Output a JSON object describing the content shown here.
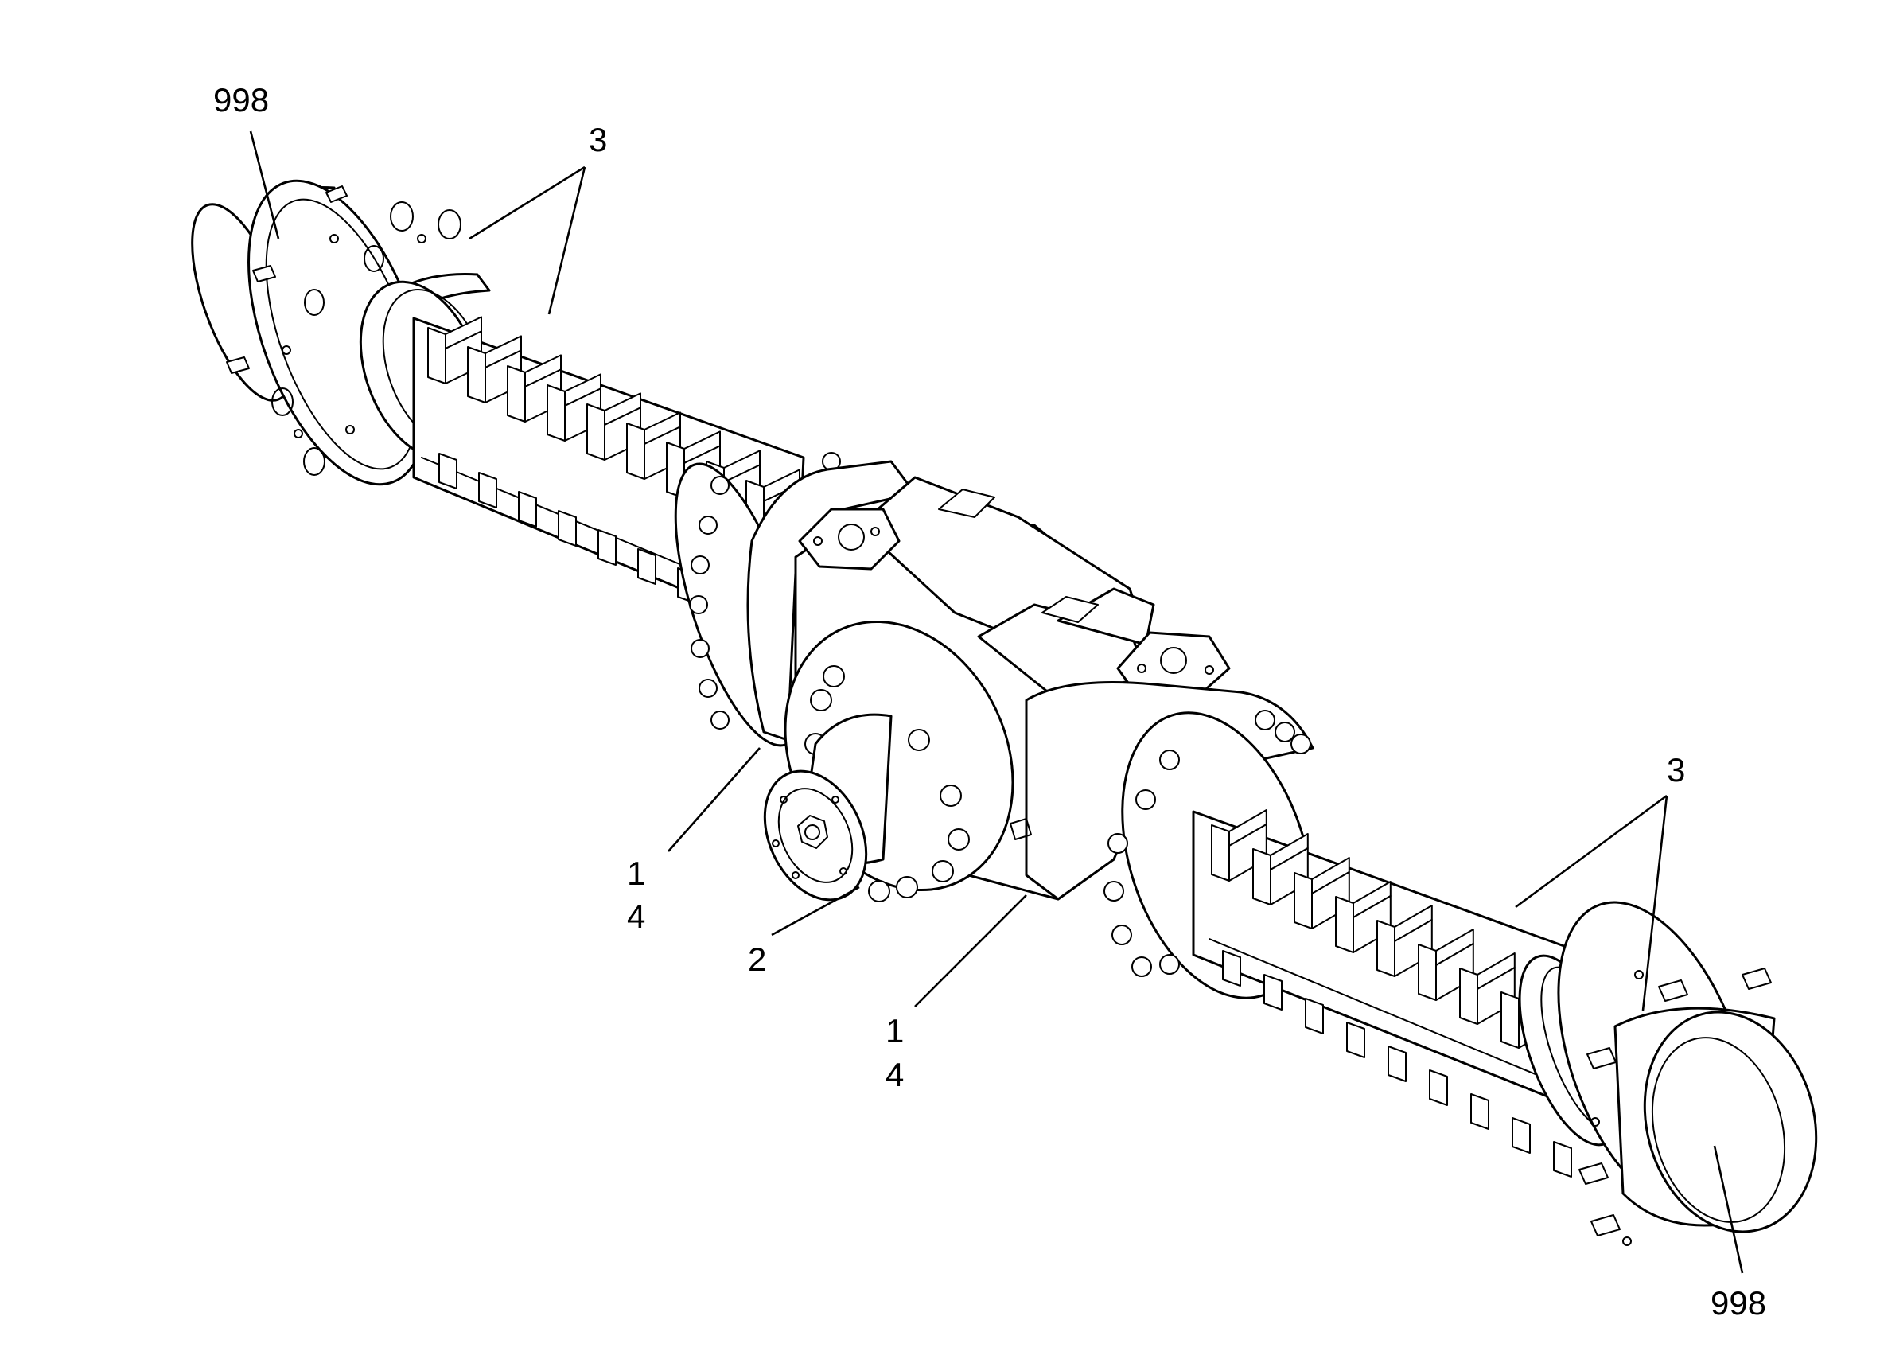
{
  "callouts": {
    "hub_left": "998",
    "weights_left": "3",
    "housing_left_1": "1",
    "housing_left_4": "4",
    "pinion": "2",
    "housing_right_1": "1",
    "housing_right_4": "4",
    "weights_right": "3",
    "hub_right": "998"
  }
}
